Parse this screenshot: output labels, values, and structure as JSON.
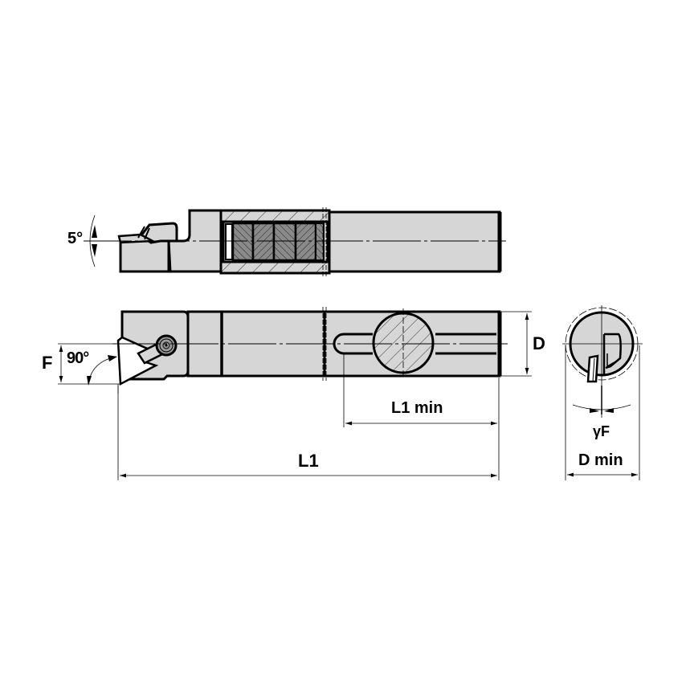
{
  "diagram": {
    "type": "technical-drawing",
    "subject": "boring bar / turning tool holder with anti-vibration insert",
    "colors": {
      "body_fill": "#d6d6d6",
      "outline": "#000000",
      "hatch_dark": "#8a8a8a",
      "background": "#ffffff"
    },
    "views": [
      {
        "name": "side-view",
        "description": "side elevation with section showing damping elements"
      },
      {
        "name": "top-view",
        "description": "plan view with insert at 90 degree"
      },
      {
        "name": "end-view",
        "description": "front end view showing rake angle"
      }
    ]
  },
  "labels": {
    "angle_5": "5°",
    "angle_90": "90°",
    "F": "F",
    "D": "D",
    "L1": "L1",
    "L1_min": "L1 min",
    "gamma_F": "γF",
    "D_min": "D min"
  }
}
